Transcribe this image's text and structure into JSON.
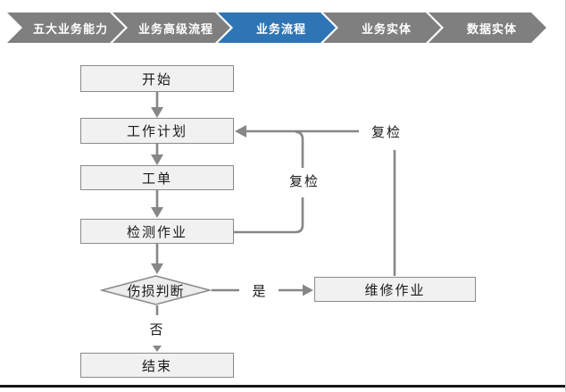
{
  "breadcrumb": {
    "items": [
      {
        "label": "五大业务能力",
        "active": false
      },
      {
        "label": "业务高级流程",
        "active": false
      },
      {
        "label": "业务流程",
        "active": true
      },
      {
        "label": "业务实体",
        "active": false
      },
      {
        "label": "数据实体",
        "active": false
      }
    ],
    "colors": {
      "inactive": "#7f7f7f",
      "active": "#2e75b6",
      "text": "#ffffff"
    }
  },
  "flowchart": {
    "nodes": {
      "start": {
        "label": "开始",
        "type": "process"
      },
      "plan": {
        "label": "工作计划",
        "type": "process"
      },
      "order": {
        "label": "工单",
        "type": "process"
      },
      "inspect": {
        "label": "检测作业",
        "type": "process"
      },
      "damage": {
        "label": "伤损判断",
        "type": "decision"
      },
      "end": {
        "label": "结束",
        "type": "process"
      },
      "repair": {
        "label": "维修作业",
        "type": "process"
      }
    },
    "edge_labels": {
      "yes": "是",
      "no": "否",
      "recheck_inner": "复检",
      "recheck_outer": "复检"
    },
    "colors": {
      "node_fill": "#f1f1f1",
      "node_border": "#8a8a8a",
      "connector": "#878787",
      "text": "#1a1a1a"
    }
  }
}
